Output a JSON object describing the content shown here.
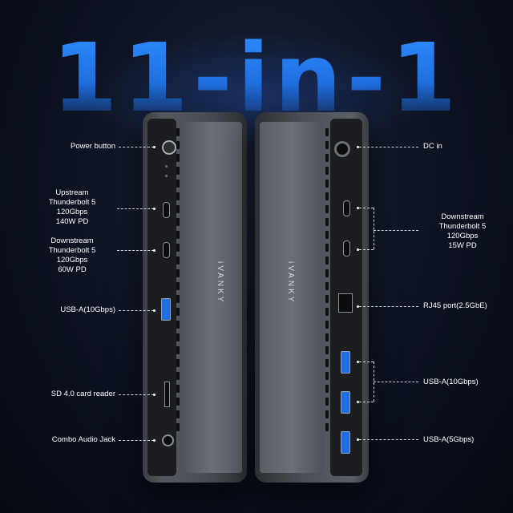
{
  "headline": "11-in-1",
  "brand": "iVANKY",
  "left_labels": {
    "power_button": "Power button",
    "upstream_tb5": [
      "Upstream",
      "Thunderbolt 5",
      "120Gbps",
      "140W PD"
    ],
    "downstream_tb5": [
      "Downstream",
      "Thunderbolt 5",
      "120Gbps",
      "60W PD"
    ],
    "usb_a_10": "USB-A(10Gbps)",
    "sd_reader": "SD 4.0 card reader",
    "audio_jack": "Combo Audio Jack"
  },
  "right_labels": {
    "dc_in": "DC in",
    "downstream_tb5": [
      "Downstream",
      "Thunderbolt 5",
      "120Gbps",
      "15W PD"
    ],
    "rj45": "RJ45 port(2.5GbE)",
    "usb_a_10": "USB-A(10Gbps)",
    "usb_a_5": "USB-A(5Gbps)"
  }
}
